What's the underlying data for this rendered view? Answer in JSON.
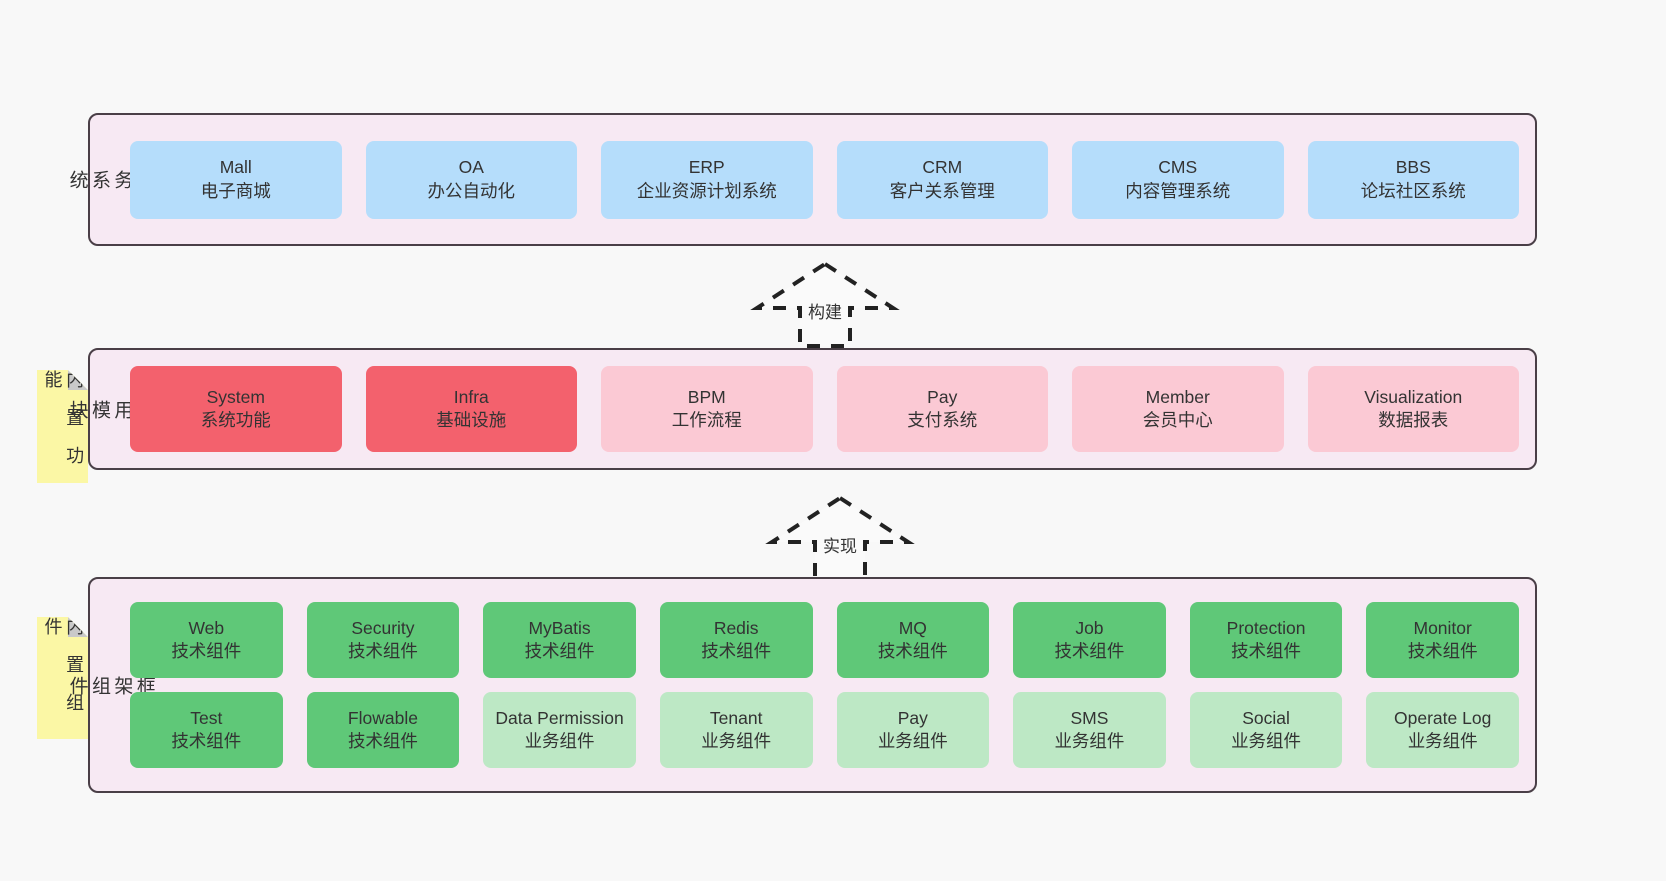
{
  "diagram": {
    "title": "Architecture layers",
    "background": "#f8f8f8",
    "panel_bg": "#f7e9f3",
    "panel_border": "#4a3f47"
  },
  "layers": [
    {
      "id": "business-system",
      "title": "业\n务\n系\n统",
      "rows": [
        {
          "style": "blue",
          "color": "#b5ddfb",
          "boxes": [
            {
              "name": "Mall",
              "sub": "电子商城"
            },
            {
              "name": "OA",
              "sub": "办公自动化"
            },
            {
              "name": "ERP",
              "sub": "企业资源计划系统"
            },
            {
              "name": "CRM",
              "sub": "客户关系管理"
            },
            {
              "name": "CMS",
              "sub": "内容管理系统"
            },
            {
              "name": "BBS",
              "sub": "论坛社区系统"
            }
          ]
        }
      ]
    },
    {
      "id": "common-module",
      "title": "通\n用\n模\n块",
      "note": {
        "text": "内\n置\n功\n能",
        "color": "#fbf7a5"
      },
      "rows": [
        {
          "style": "mixed-red",
          "boxes": [
            {
              "name": "System",
              "sub": "系统功能",
              "style": "red-strong",
              "color": "#f3616d"
            },
            {
              "name": "Infra",
              "sub": "基础设施",
              "style": "red-strong",
              "color": "#f3616d"
            },
            {
              "name": "BPM",
              "sub": "工作流程",
              "style": "red-light",
              "color": "#fbc9d4"
            },
            {
              "name": "Pay",
              "sub": "支付系统",
              "style": "red-light",
              "color": "#fbc9d4"
            },
            {
              "name": "Member",
              "sub": "会员中心",
              "style": "red-light",
              "color": "#fbc9d4"
            },
            {
              "name": "Visualization",
              "sub": "数据报表",
              "style": "red-light",
              "color": "#fbc9d4"
            }
          ]
        }
      ]
    },
    {
      "id": "framework-component",
      "title": "框\n架\n组\n件",
      "note": {
        "text": "内\n置\n组\n件",
        "color": "#fbf7a5"
      },
      "rows": [
        {
          "style": "green-strong",
          "boxes": [
            {
              "name": "Web",
              "sub": "技术组件",
              "style": "green-strong",
              "color": "#5fc878"
            },
            {
              "name": "Security",
              "sub": "技术组件",
              "style": "green-strong",
              "color": "#5fc878"
            },
            {
              "name": "MyBatis",
              "sub": "技术组件",
              "style": "green-strong",
              "color": "#5fc878"
            },
            {
              "name": "Redis",
              "sub": "技术组件",
              "style": "green-strong",
              "color": "#5fc878"
            },
            {
              "name": "MQ",
              "sub": "技术组件",
              "style": "green-strong",
              "color": "#5fc878"
            },
            {
              "name": "Job",
              "sub": "技术组件",
              "style": "green-strong",
              "color": "#5fc878"
            },
            {
              "name": "Protection",
              "sub": "技术组件",
              "style": "green-strong",
              "color": "#5fc878"
            },
            {
              "name": "Monitor",
              "sub": "技术组件",
              "style": "green-strong",
              "color": "#5fc878"
            }
          ]
        },
        {
          "style": "mixed-green",
          "boxes": [
            {
              "name": "Test",
              "sub": "技术组件",
              "style": "green-strong",
              "color": "#5fc878"
            },
            {
              "name": "Flowable",
              "sub": "技术组件",
              "style": "green-strong",
              "color": "#5fc878"
            },
            {
              "name": "Data Permission",
              "sub": "业务组件",
              "style": "green-light",
              "color": "#bde8c5"
            },
            {
              "name": "Tenant",
              "sub": "业务组件",
              "style": "green-light",
              "color": "#bde8c5"
            },
            {
              "name": "Pay",
              "sub": "业务组件",
              "style": "green-light",
              "color": "#bde8c5"
            },
            {
              "name": "SMS",
              "sub": "业务组件",
              "style": "green-light",
              "color": "#bde8c5"
            },
            {
              "name": "Social",
              "sub": "业务组件",
              "style": "green-light",
              "color": "#bde8c5"
            },
            {
              "name": "Operate Log",
              "sub": "业务组件",
              "style": "green-light",
              "color": "#bde8c5"
            }
          ]
        }
      ]
    }
  ],
  "connectors": [
    {
      "id": "build",
      "label": "构建",
      "from": "common-module",
      "to": "business-system",
      "style": "dashed-hollow-arrow-up"
    },
    {
      "id": "implement",
      "label": "实现",
      "from": "framework-component",
      "to": "common-module",
      "style": "dashed-hollow-arrow-up"
    }
  ]
}
